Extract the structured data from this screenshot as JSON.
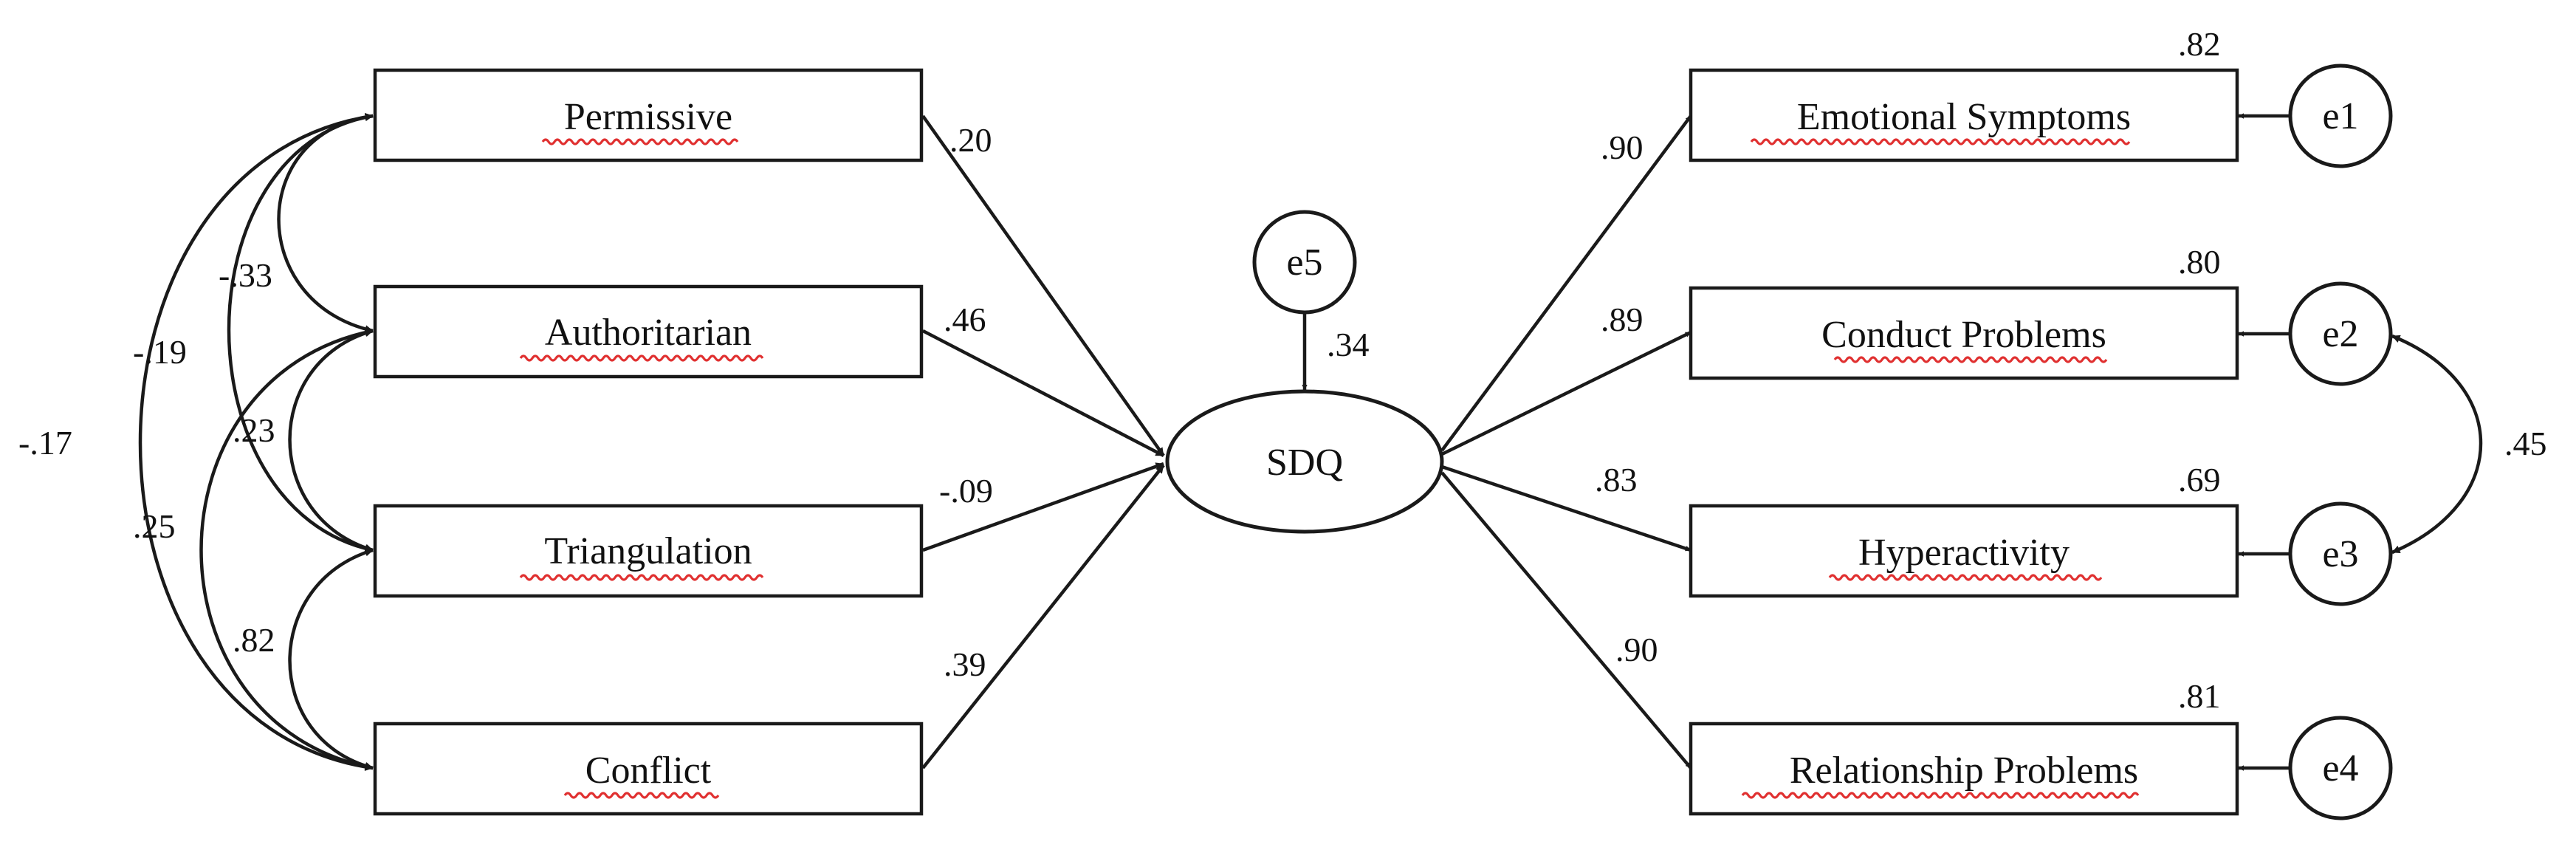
{
  "predictors": [
    {
      "id": "permissive",
      "label": "Permissive"
    },
    {
      "id": "authoritarian",
      "label": "Authoritarian"
    },
    {
      "id": "triangulation",
      "label": "Triangulation"
    },
    {
      "id": "conflict",
      "label": "Conflict"
    }
  ],
  "latent": {
    "label": "SDQ",
    "error": "e5",
    "error_coef": ".34"
  },
  "predictor_paths": [
    ".20",
    ".46",
    "-.09",
    ".39"
  ],
  "covariances": {
    "permissive_authoritarian": "-.33",
    "permissive_triangulation": "-.19",
    "permissive_conflict": "-.17",
    "authoritarian_triangulation": ".23",
    "authoritarian_conflict": ".25",
    "triangulation_conflict": ".82"
  },
  "indicators": [
    {
      "id": "emotional",
      "label": "Emotional Symptoms",
      "loading": ".90",
      "r2": ".82",
      "error": "e1"
    },
    {
      "id": "conduct",
      "label": "Conduct Problems",
      "loading": ".89",
      "r2": ".80",
      "error": "e2"
    },
    {
      "id": "hyperactivity",
      "label": "Hyperactivity",
      "loading": ".83",
      "r2": ".69",
      "error": "e3"
    },
    {
      "id": "relationship",
      "label": "Relationship Problems",
      "loading": ".90",
      "r2": ".81",
      "error": "e4"
    }
  ],
  "error_covariance": {
    "e2_e3": ".45"
  }
}
